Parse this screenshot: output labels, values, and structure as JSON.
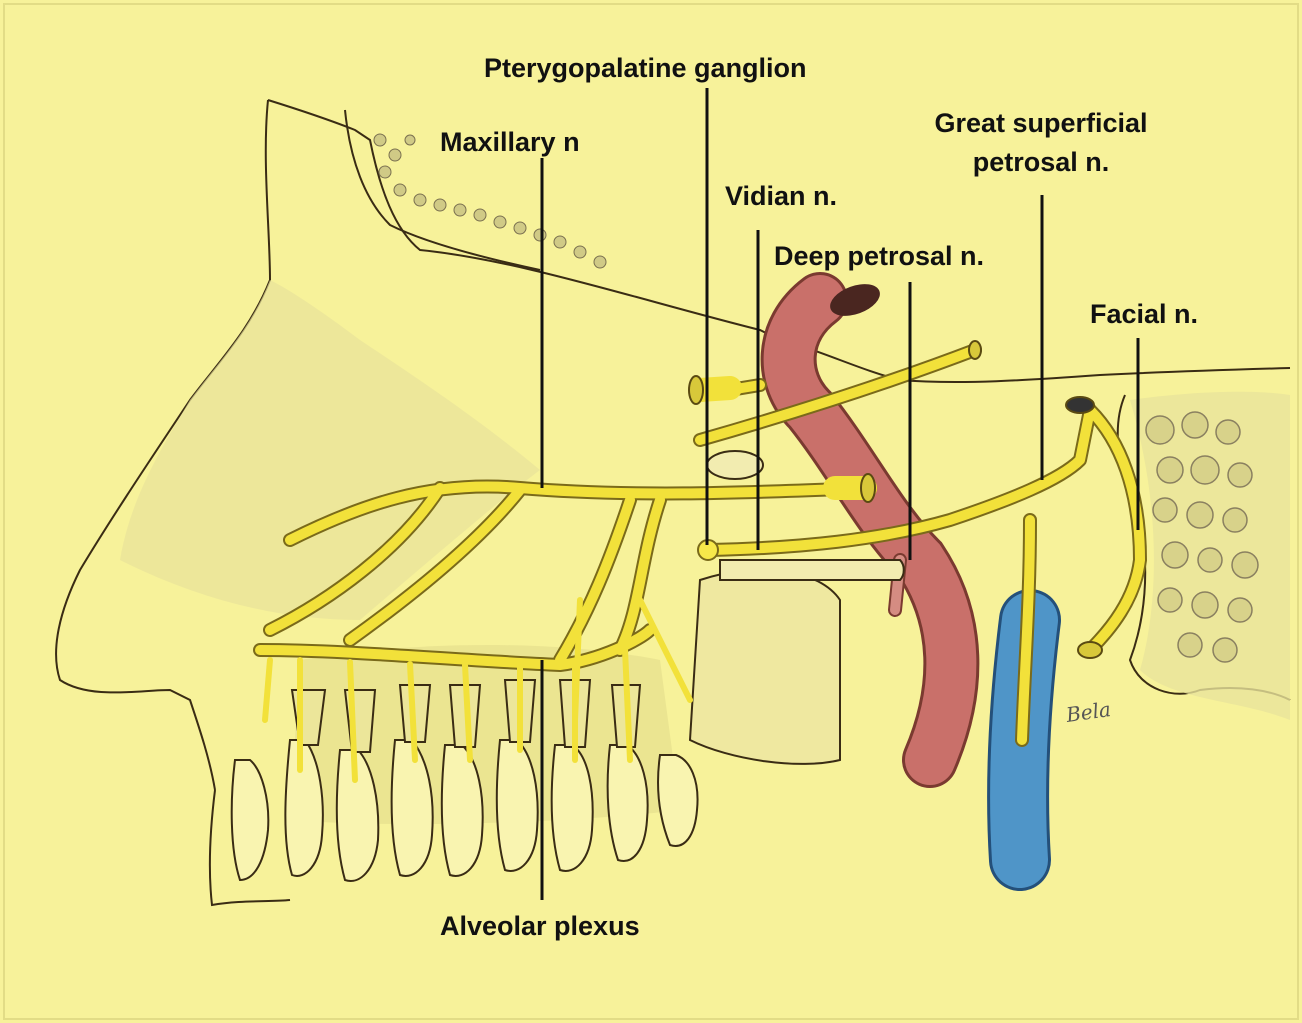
{
  "labels": {
    "pterygopalatine": "Pterygopalatine ganglion",
    "maxillary": "Maxillary n",
    "vidian": "Vidian n.",
    "deep_petrosal": "Deep petrosal n.",
    "great_superficial_1": "Great superficial",
    "great_superficial_2": "petrosal n.",
    "facial": "Facial n.",
    "alveolar": "Alveolar plexus"
  },
  "signature": "Bela",
  "colors": {
    "background": "#f7f29a",
    "nerve": "#f2e13a",
    "nerve_outline": "#7a6a1a",
    "artery": "#c9706a",
    "vein": "#4f95c8",
    "bone_shading": "#cfc98a",
    "outline": "#2b2212"
  }
}
